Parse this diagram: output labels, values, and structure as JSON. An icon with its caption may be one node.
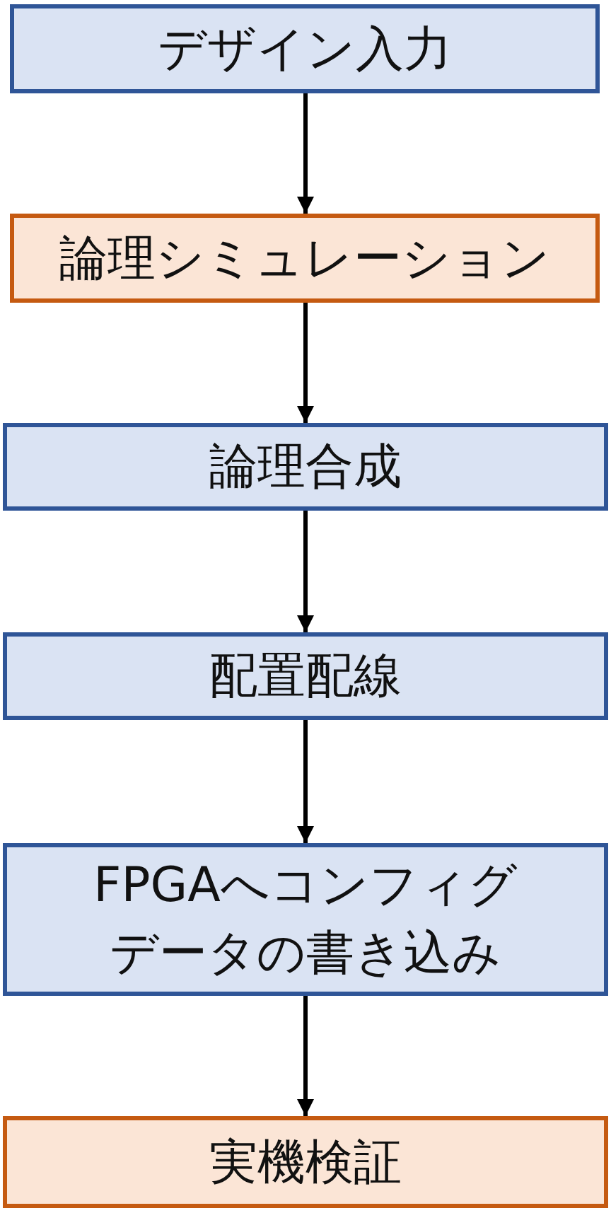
{
  "diagram": {
    "nodes": [
      {
        "text": [
          "デザイン入力"
        ]
      },
      {
        "text": [
          "論理シミュレーション"
        ]
      },
      {
        "text": [
          "論理合成"
        ]
      },
      {
        "text": [
          "配置配線"
        ]
      },
      {
        "text": [
          "FPGAへコンフィグデータの書き込み"
        ]
      },
      {
        "text": [
          "実機検証"
        ]
      }
    ],
    "edges": [
      {
        "from": 0,
        "to": 1,
        "arrow": "to"
      },
      {
        "from": 1,
        "to": 2,
        "arrow": "to"
      },
      {
        "from": 2,
        "to": 3,
        "arrow": "to"
      },
      {
        "from": 3,
        "to": 4,
        "arrow": "to"
      },
      {
        "from": 4,
        "to": 5,
        "arrow": "to"
      }
    ]
  }
}
